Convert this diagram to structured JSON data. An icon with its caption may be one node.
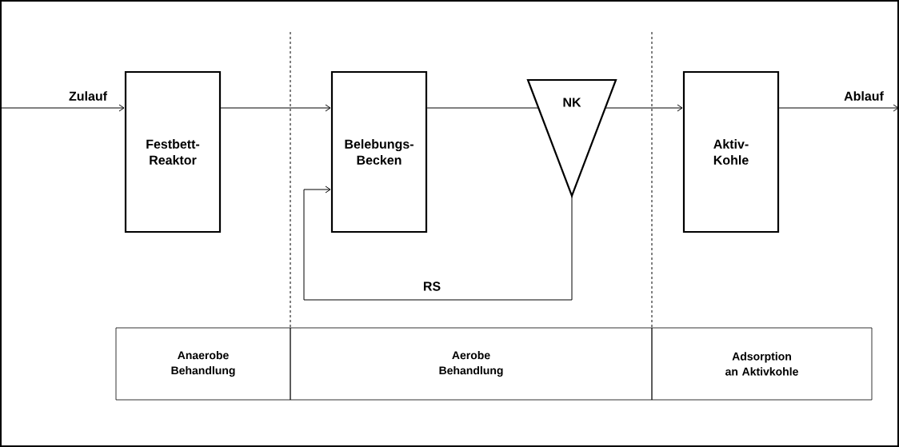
{
  "diagram": {
    "nodes": [
      {
        "text": [
          "Festbett-Reaktor"
        ]
      },
      {
        "text": [
          "Belebungs-Becken"
        ]
      },
      {
        "text": [
          "NK"
        ]
      },
      {
        "text": [
          "Aktiv-Kohle"
        ]
      },
      {
        "text": [
          "Anaerobe Behandlung"
        ]
      },
      {
        "text": [
          "Aerobe Behandlung"
        ]
      },
      {
        "text": [
          "Adsorption an Aktivkohle"
        ]
      }
    ],
    "edges": [
      {
        "from": null,
        "to": 0,
        "arrow": "to",
        "label": "Zulauf"
      },
      {
        "from": 0,
        "to": 1,
        "arrow": "to"
      },
      {
        "from": 1,
        "to": 2,
        "arrow": "none"
      },
      {
        "from": 2,
        "to": 3,
        "arrow": "to"
      },
      {
        "from": 3,
        "to": null,
        "arrow": "to",
        "label": "Ablauf"
      },
      {
        "from": 2,
        "to": 1,
        "arrow": "to",
        "label": "RS"
      }
    ]
  }
}
